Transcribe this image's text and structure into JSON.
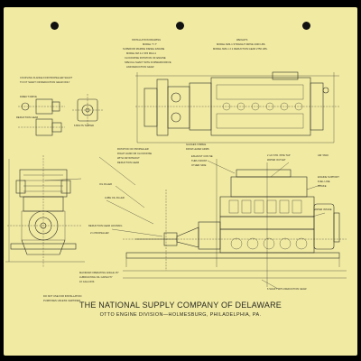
{
  "sheet": {
    "paper_color": "#f1eaa3",
    "ink_color": "#2a2a22"
  },
  "notes": {
    "installation_drawing": "INSTALLATION DRAWING",
    "model": "MODEL \"T-7\"",
    "engine_title": "SUPERIOR MARINE DIESEL ENGINE",
    "engine_line1": "MODEL 6M 4-1 5X5 MG4-1",
    "engine_line2": "CLOCKWISE ROTATION OF ENGINE",
    "engine_line3": "SPECIAL SHAFT WITH FORWARD DRIVE",
    "engine_line4": "AND REDUCTION GEAR",
    "weights_title": "WEIGHTS",
    "weights_line1": "MODEL 6M4-1 STRAIGHT DRIVE  2300 LBS.",
    "weights_line2": "MODEL 6M4-1 2:1 REDUCTION GEAR  2750 LBS.",
    "coupling_flange": "COUPLING FLANGE FOR PROPELLER SHAFT",
    "coupling_flange2": "TO FIT SHAFT OR REDUCTION GEAR ONLY",
    "direct_drive": "DIRECT DRIVE",
    "reduction_gear": "REDUCTION GEAR",
    "bolts": "6 BOLTS TAPPED",
    "rotation_propeller": "ROTATION OF PROPELLER",
    "rotation_propeller2": "RIGHT HAND OR CLOCKWISE",
    "rotation_propeller3": "WITH OR WITHOUT",
    "rotation_propeller4": "REDUCTION GEAR",
    "gauges": "GAUGES VISIBLE",
    "gauges2": "FROM LEVER ARMS",
    "exhaust": "EXHAUST CON NE",
    "exhaust2": "THRU FRONT",
    "exhaust3": "OTHER SIDE",
    "oil_filler": "OIL FILLER",
    "lube_filler": "LUBE OIL FILLER",
    "water_outlet": "2 1/2 STD. PIPE TAP",
    "water_outlet2": "WATER OUTLET",
    "air_tank": "AIR TANK",
    "engine_support": "ENGINE SUPPORT",
    "fuel_line": "FUEL LINE",
    "intake": "INTAKE",
    "mounting_note": "MAXIMUM OPERATING ANGLE 15°",
    "mounting_note2": "LUBRICATING OIL CAPACITY",
    "mounting_note3": "10 GALLONS",
    "do_not_use": "DO NOT USE FOR INSTALLATION",
    "do_not_use2": "PURPOSES UNLESS CERTIFIED",
    "shaft_note": "6 SHAFT WITH REDUCTION GEAR",
    "water_intake": "WATER INTAKE",
    "propeller": "2:1 PROPELLER",
    "reduction_housing": "REDUCTION GEAR HOUSING",
    "company": "THE NATIONAL SUPPLY COMPANY OF DELAWARE",
    "division": "OTTO ENGINE DIVISION—HOLMESBURG, PHILADELPHIA, PA."
  }
}
